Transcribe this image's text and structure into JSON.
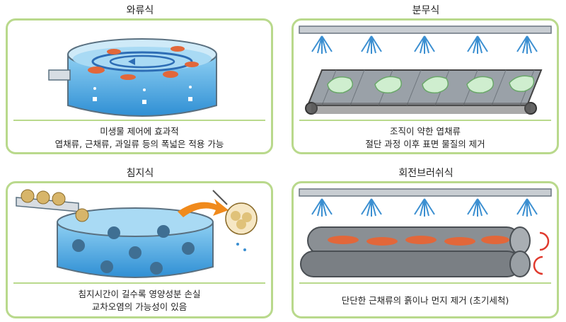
{
  "panels": [
    {
      "title": "와류식",
      "lines": [
        "미생물 제어에 효과적",
        "엽채류, 근채류, 과일류 등의 폭넓은 적용 가능"
      ]
    },
    {
      "title": "분무식",
      "lines": [
        "조직이 약한 엽채류",
        "절단 과정 이후 표면 물질의 제거"
      ]
    },
    {
      "title": "침지식",
      "lines": [
        "침지시간이 길수록 영양성분 손실",
        "교차오염의 가능성이 있음"
      ]
    },
    {
      "title": "회전브러쉬식",
      "lines": [
        "단단한 근채류의 흙이나 먼지 제거 (초기세척)"
      ]
    }
  ],
  "colors": {
    "panel_border": "#b9d98c",
    "water": "#4aa8e0",
    "nozzle_spray": "#3b8fd1",
    "conveyor": "#555555"
  }
}
